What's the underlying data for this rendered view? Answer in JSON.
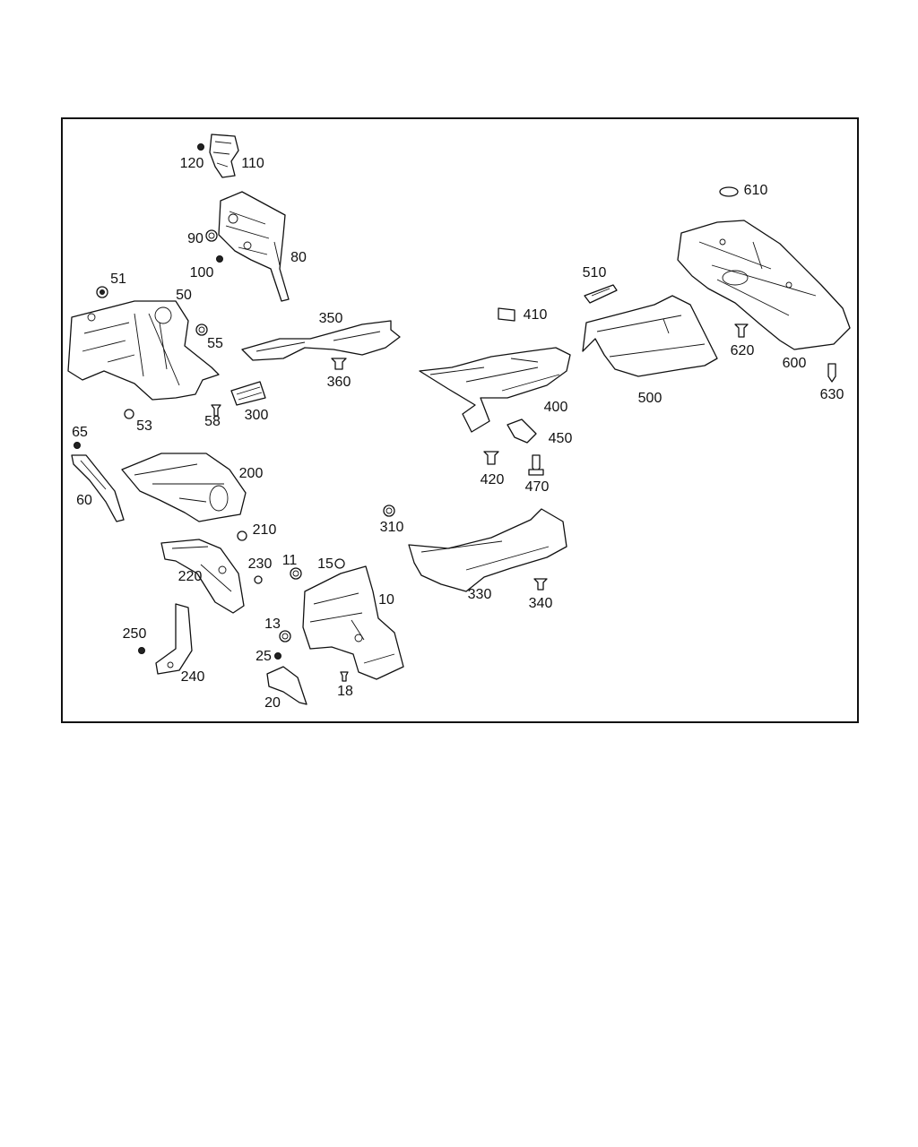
{
  "labels": [
    {
      "id": "120",
      "text": "120"
    },
    {
      "id": "110",
      "text": "110"
    },
    {
      "id": "90",
      "text": "90"
    },
    {
      "id": "100",
      "text": "100"
    },
    {
      "id": "80",
      "text": "80"
    },
    {
      "id": "51",
      "text": "51"
    },
    {
      "id": "50",
      "text": "50"
    },
    {
      "id": "55",
      "text": "55"
    },
    {
      "id": "53",
      "text": "53"
    },
    {
      "id": "58",
      "text": "58"
    },
    {
      "id": "300",
      "text": "300"
    },
    {
      "id": "350",
      "text": "350"
    },
    {
      "id": "360",
      "text": "360"
    },
    {
      "id": "410",
      "text": "410"
    },
    {
      "id": "510",
      "text": "510"
    },
    {
      "id": "610",
      "text": "610"
    },
    {
      "id": "620",
      "text": "620"
    },
    {
      "id": "600",
      "text": "600"
    },
    {
      "id": "630",
      "text": "630"
    },
    {
      "id": "500",
      "text": "500"
    },
    {
      "id": "400",
      "text": "400"
    },
    {
      "id": "450",
      "text": "450"
    },
    {
      "id": "420",
      "text": "420"
    },
    {
      "id": "470",
      "text": "470"
    },
    {
      "id": "65",
      "text": "65"
    },
    {
      "id": "60",
      "text": "60"
    },
    {
      "id": "200",
      "text": "200"
    },
    {
      "id": "210",
      "text": "210"
    },
    {
      "id": "310",
      "text": "310"
    },
    {
      "id": "220",
      "text": "220"
    },
    {
      "id": "230",
      "text": "230"
    },
    {
      "id": "11",
      "text": "11"
    },
    {
      "id": "15",
      "text": "15"
    },
    {
      "id": "10",
      "text": "10"
    },
    {
      "id": "330",
      "text": "330"
    },
    {
      "id": "340",
      "text": "340"
    },
    {
      "id": "250",
      "text": "250"
    },
    {
      "id": "240",
      "text": "240"
    },
    {
      "id": "13",
      "text": "13"
    },
    {
      "id": "25",
      "text": "25"
    },
    {
      "id": "18",
      "text": "18"
    },
    {
      "id": "20",
      "text": "20"
    }
  ]
}
